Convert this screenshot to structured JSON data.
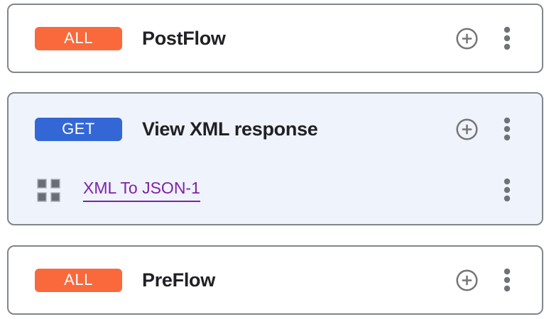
{
  "view": {
    "description": "API proxy flow editor panel"
  },
  "colors": {
    "badge_all_orange": "#F9693C",
    "badge_get_blue": "#3367D6",
    "selected_card_background": "#EFF3FC",
    "card_border_gray": "#80868B",
    "icon_gray": "#757575",
    "step_link_purple": "#7E22A8",
    "title_text": "#202124"
  },
  "cards": [
    {
      "badge": {
        "label": "ALL",
        "color": "#F9693C"
      },
      "title": "PostFlow",
      "selected": false,
      "actions": {
        "add_icon": "add-circle-icon",
        "menu_icon": "more-vert-icon"
      }
    },
    {
      "badge": {
        "label": "GET",
        "color": "#3367D6"
      },
      "title": "View XML response",
      "selected": true,
      "actions": {
        "add_icon": "add-circle-icon",
        "menu_icon": "more-vert-icon"
      },
      "steps": [
        {
          "icon": "policy-grid-icon",
          "label": "XML To JSON-1",
          "link_color": "#7E22A8",
          "menu_icon": "more-vert-icon"
        }
      ]
    },
    {
      "badge": {
        "label": "ALL",
        "color": "#F9693C"
      },
      "title": "PreFlow",
      "selected": false,
      "actions": {
        "add_icon": "add-circle-icon",
        "menu_icon": "more-vert-icon"
      }
    }
  ]
}
